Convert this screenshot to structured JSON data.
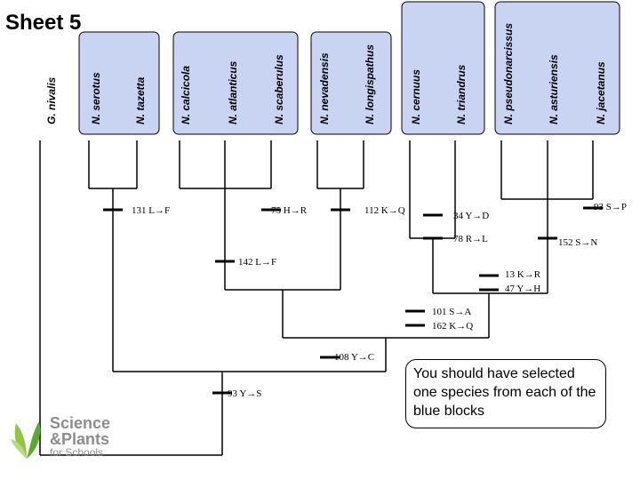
{
  "title": "Sheet 5",
  "note": "You should have selected one species from each of the blue blocks",
  "logo": {
    "line1": "Science",
    "line2": "&Plants",
    "line3": "for Schools"
  },
  "colors": {
    "block_fill": "#c9d4f2",
    "line": "#000000",
    "logo_green": "#8dc63f"
  },
  "taxa": [
    {
      "name": "G. nivalis",
      "block": null
    },
    {
      "name": "N. serotus",
      "block": 1
    },
    {
      "name": "N. tazetta",
      "block": 1
    },
    {
      "name": "N. calcicola",
      "block": 2
    },
    {
      "name": "N. atlanticus",
      "block": 2
    },
    {
      "name": "N. scaberulus",
      "block": 2
    },
    {
      "name": "N. nevadensis",
      "block": 3
    },
    {
      "name": "N. longispathus",
      "block": 3
    },
    {
      "name": "N. cernuus",
      "block": 4
    },
    {
      "name": "N. triandrus",
      "block": 4
    },
    {
      "name": "N. pseudonarcissus",
      "block": 5
    },
    {
      "name": "N. asturiensis",
      "block": 5
    },
    {
      "name": "N. jacetanus",
      "block": 5
    }
  ],
  "mutations": {
    "m131": "131 L→F",
    "m75": "75 H→R",
    "m112": "112 K→Q",
    "m34": "34 Y→D",
    "m93sp": "93 S→P",
    "m78": "78 R→L",
    "m152": "152 S→N",
    "m142": "142 L→F",
    "m13": "13 K→R",
    "m47": "47 Y→H",
    "m101": "101 S→A",
    "m162": "162 K→Q",
    "m108": "108 Y→C",
    "m93ys": "93 Y→S"
  }
}
